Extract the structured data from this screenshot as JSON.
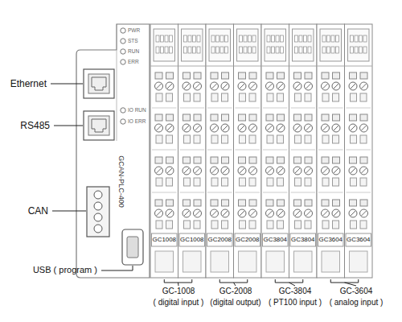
{
  "diagram": {
    "nodes": [
      {
        "text": [
          "GCAN-PLC-400"
        ]
      },
      {
        "text": [
          "GC1008"
        ]
      },
      {
        "text": [
          "GC1008"
        ]
      },
      {
        "text": [
          "GC2008"
        ]
      },
      {
        "text": [
          "GC2008"
        ]
      },
      {
        "text": [
          "GC3804"
        ]
      },
      {
        "text": [
          "GC3804"
        ]
      },
      {
        "text": [
          "GC3604"
        ]
      },
      {
        "text": [
          "GC3604"
        ]
      }
    ],
    "labels": [
      "Ethernet",
      "RS485",
      "CAN",
      "USB ( program )",
      "PWR",
      "STS",
      "RUN",
      "ERR",
      "IO RUN",
      "IO ERR",
      "GC-1008",
      "( digital input )",
      "GC-2008",
      "(digital output)",
      "GC-3804",
      "( PT100 input )",
      "GC-3604",
      "( analog input )"
    ]
  }
}
